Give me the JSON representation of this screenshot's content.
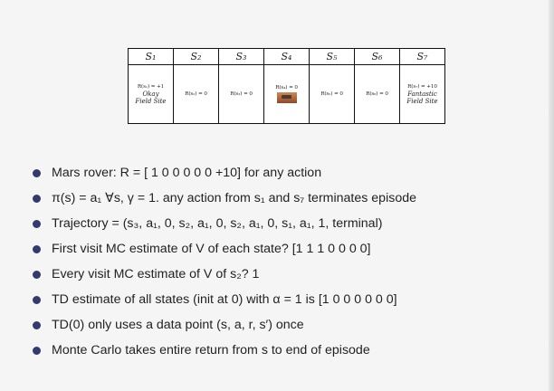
{
  "table": {
    "states": [
      "s1",
      "s2",
      "s3",
      "s4",
      "s5",
      "s6",
      "s7"
    ],
    "headers": [
      "S₁",
      "S₂",
      "S₃",
      "S₄",
      "S₅",
      "S₆",
      "S₇"
    ],
    "rewards": [
      "R(s₁) = +1",
      "R(s₂) = 0",
      "R(s₃) = 0",
      "R(s₄) = 0",
      "R(s₅) = 0",
      "R(s₆) = 0",
      "R(s₇) = +10"
    ],
    "s1_note": [
      "Okay",
      "Field Site"
    ],
    "s7_note": [
      "Fantastic",
      "Field Site"
    ],
    "s4_image_icon": "mars-rover-image"
  },
  "bullets": [
    "Mars rover: R = [ 1 0 0 0 0 0 +10] for any action",
    "π(s) = a₁ ∀s, γ = 1. any action from s₁ and s₇ terminates episode",
    "Trajectory = (s₃, a₁, 0, s₂, a₁, 0, s₂, a₁, 0, s₁, a₁, 1, terminal)",
    "First visit MC estimate of V of each state? [1 1 1 0 0 0 0]",
    "Every visit MC estimate of V of s₂? 1",
    "TD estimate of all states (init at 0) with α = 1 is [1 0 0 0 0 0 0]",
    "TD(0) only uses a data point (s, a, r, s′) once",
    "Monte Carlo takes entire return from s to end of episode"
  ],
  "colors": {
    "bullet": "#333b6e",
    "background": "#f5f5f5"
  }
}
